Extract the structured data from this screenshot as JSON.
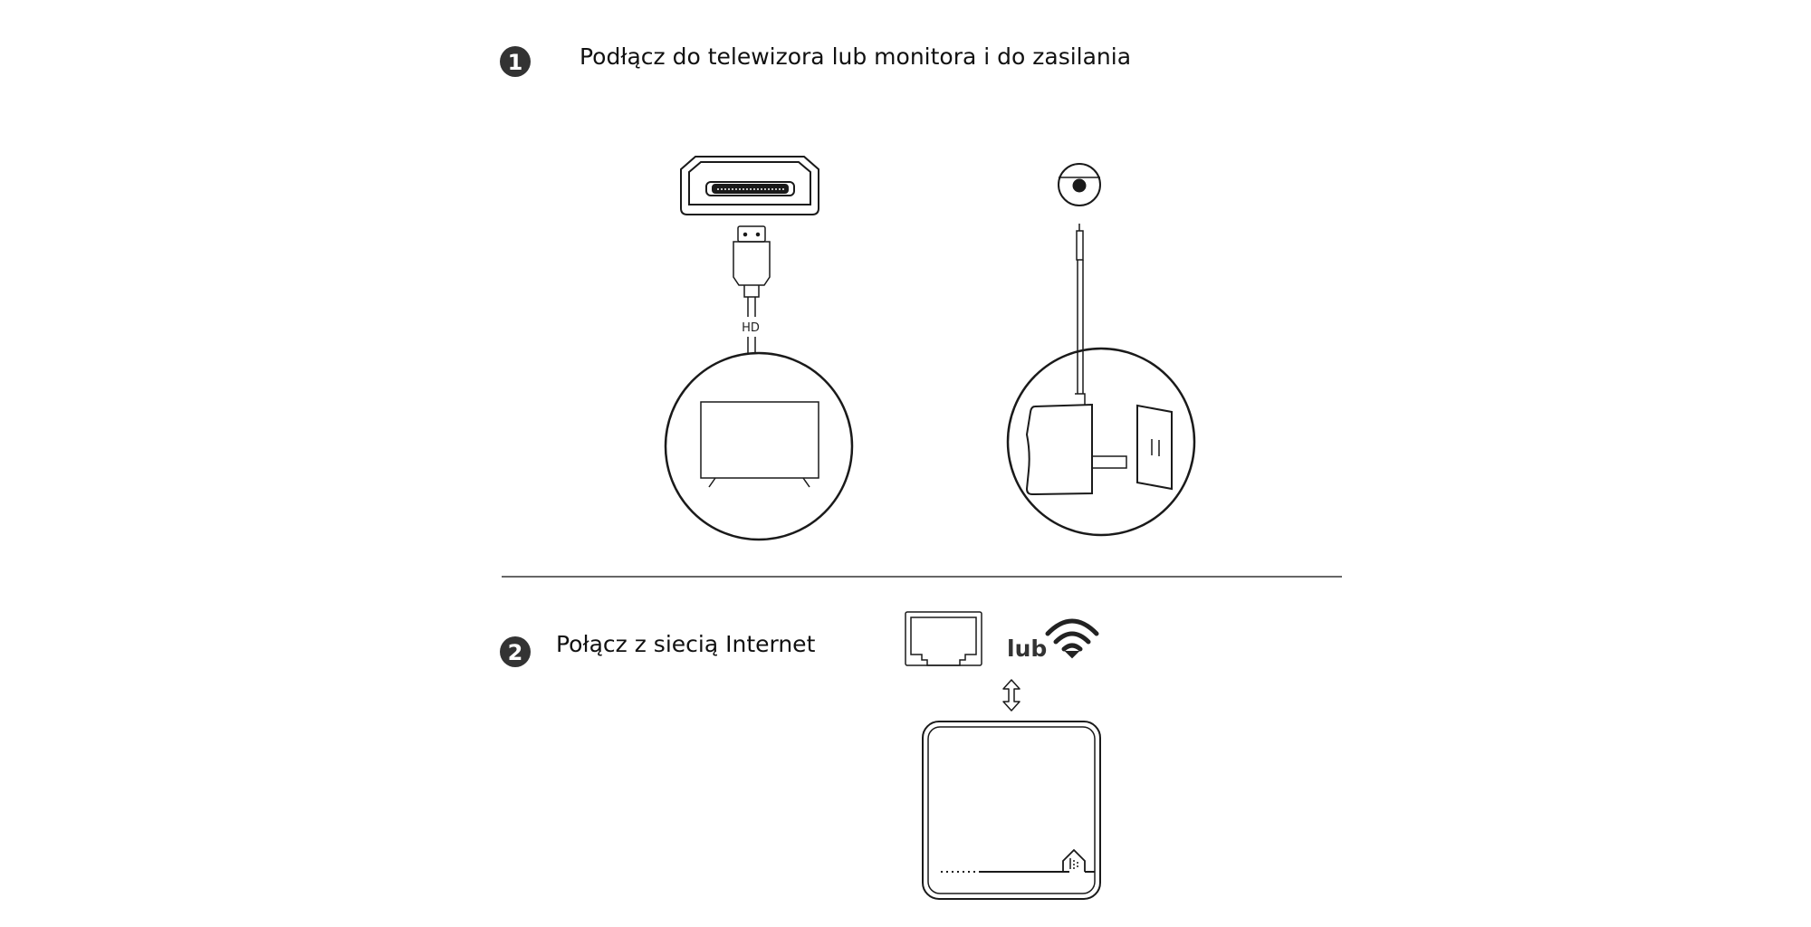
{
  "steps": [
    {
      "number": "1",
      "title": "Podłącz do telewizora lub monitora i do zasilania"
    },
    {
      "number": "2",
      "title": "Połącz z siecią Internet"
    }
  ],
  "labels": {
    "hd": "HD",
    "or": "lub"
  },
  "icons": {
    "step1": "hdmi-port-icon",
    "hdmi_plug": "hdmi-plug-icon",
    "tv": "tv-icon",
    "power_port": "dc-power-port-icon",
    "power_adapter": "power-adapter-icon",
    "ethernet": "ethernet-port-icon",
    "wifi": "wifi-icon",
    "arrow": "bidirectional-arrow-icon",
    "device": "streaming-box-icon"
  },
  "colors": {
    "line": "#1a1a1a",
    "badge": "#333333",
    "background": "#ffffff"
  }
}
